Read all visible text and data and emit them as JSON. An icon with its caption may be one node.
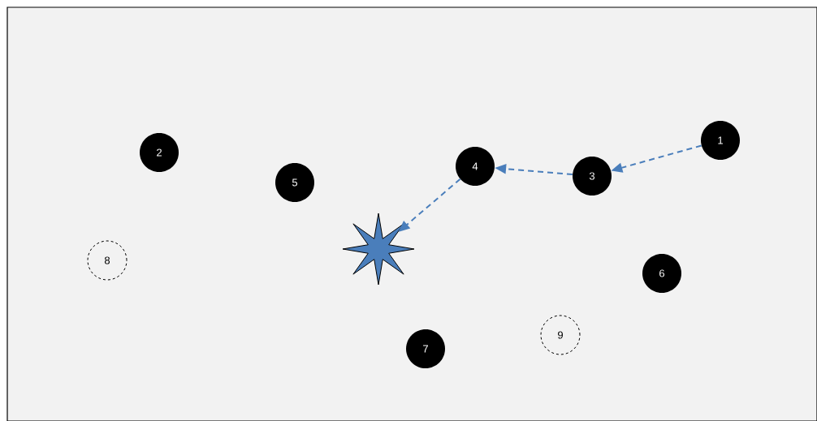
{
  "diagram": {
    "nodes": [
      {
        "text": [
          "1"
        ]
      },
      {
        "text": [
          "2"
        ]
      },
      {
        "text": [
          "4"
        ]
      },
      {
        "text": [
          "3"
        ]
      },
      {
        "text": [
          "5"
        ]
      },
      {
        "text": [],
        "shape": "star"
      },
      {
        "text": [
          "8"
        ]
      },
      {
        "text": [
          "6"
        ]
      },
      {
        "text": [
          "9"
        ]
      },
      {
        "text": [
          "7"
        ]
      }
    ],
    "edges": [
      {
        "from": 0,
        "to": 3,
        "arrow": "to",
        "style": "dashed",
        "color": "#4a7ebb"
      },
      {
        "from": 3,
        "to": 2,
        "arrow": "to",
        "style": "dashed",
        "color": "#4a7ebb"
      },
      {
        "from": 2,
        "to": 5,
        "arrow": "to",
        "style": "dashed",
        "color": "#4a7ebb"
      }
    ]
  }
}
